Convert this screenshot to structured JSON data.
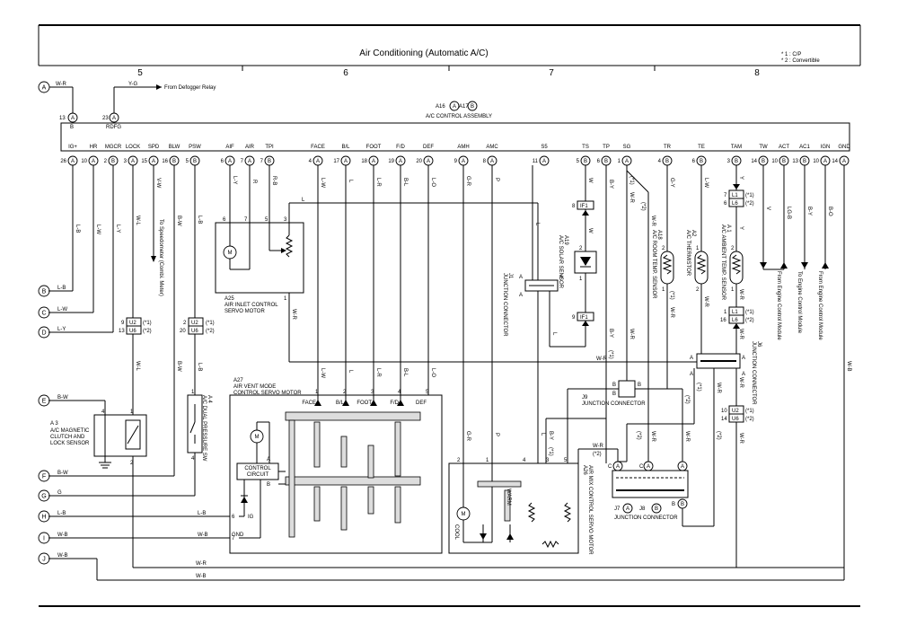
{
  "title": "Air Conditioning (Automatic A/C)",
  "notes": [
    "* 1 : C/P",
    "* 2 : Convertible"
  ],
  "sections": [
    "5",
    "6",
    "7",
    "8"
  ],
  "assembly": {
    "refs": [
      "A16",
      "A17"
    ],
    "ref_prefix": [
      "A16",
      "A17"
    ],
    "label": "A/C CONTROL ASSEMBLY",
    "top_pin_labels": [
      "13",
      "B",
      "23",
      "RDFG"
    ]
  },
  "dfg": {
    "wire": "Y-G",
    "note": "From Defogger Relay"
  },
  "left_terminals": [
    {
      "id": "A",
      "wire": "W-R"
    },
    {
      "id": "B",
      "wire": "L-B"
    },
    {
      "id": "C",
      "wire": "L-W"
    },
    {
      "id": "D",
      "wire": "L-Y"
    },
    {
      "id": "E",
      "wire": "B-W"
    },
    {
      "id": "F",
      "wire": "B-W"
    },
    {
      "id": "G",
      "wire": "G"
    },
    {
      "id": "H",
      "wire": "L-B"
    },
    {
      "id": "I",
      "wire": "W-B"
    },
    {
      "id": "J",
      "wire": "W-B"
    }
  ],
  "pins": [
    {
      "name": "IG+",
      "num": "26",
      "conn": "A"
    },
    {
      "name": "HR",
      "num": "10",
      "conn": "A"
    },
    {
      "name": "MGCR",
      "num": "2",
      "conn": "B"
    },
    {
      "name": "LOCK",
      "num": "3",
      "conn": "A"
    },
    {
      "name": "SPD",
      "num": "15",
      "conn": "A"
    },
    {
      "name": "BLW",
      "num": "16",
      "conn": "B"
    },
    {
      "name": "PSW",
      "num": "5",
      "conn": "B"
    },
    {
      "name": "AIF",
      "num": "6",
      "conn": "A"
    },
    {
      "name": "AIR",
      "num": "7",
      "conn": "A"
    },
    {
      "name": "TPI",
      "num": "7",
      "conn": "B"
    },
    {
      "name": "FACE",
      "num": "4",
      "conn": "A"
    },
    {
      "name": "B/L",
      "num": "17",
      "conn": "A"
    },
    {
      "name": "FOOT",
      "num": "18",
      "conn": "A"
    },
    {
      "name": "F/D",
      "num": "19",
      "conn": "A"
    },
    {
      "name": "DEF",
      "num": "20",
      "conn": "A"
    },
    {
      "name": "AMH",
      "num": "9",
      "conn": "A"
    },
    {
      "name": "AMC",
      "num": "8",
      "conn": "A"
    },
    {
      "name": "S5",
      "num": "11",
      "conn": "A"
    },
    {
      "name": "TS",
      "num": "5",
      "conn": "B"
    },
    {
      "name": "TP",
      "num": "6",
      "conn": "B"
    },
    {
      "name": "SG",
      "num": "1",
      "conn": "A"
    },
    {
      "name": "TR",
      "num": "4",
      "conn": "B"
    },
    {
      "name": "TE",
      "num": "6",
      "conn": "B"
    },
    {
      "name": "TAM",
      "num": "3",
      "conn": "B"
    },
    {
      "name": "TW",
      "num": "14",
      "conn": "B"
    },
    {
      "name": "ACT",
      "num": "10",
      "conn": "B"
    },
    {
      "name": "AC1",
      "num": "13",
      "conn": "B"
    },
    {
      "name": "IGN",
      "num": "10",
      "conn": "A"
    },
    {
      "name": "GND",
      "num": "14",
      "conn": "A"
    }
  ],
  "wires": {
    "hr": "L-W",
    "mgcr": "L-Y",
    "lock": "W-L",
    "spd": "V-W",
    "blw": "B-W",
    "psw": "L-B",
    "aif": "L-Y",
    "air": "R",
    "tpi": "R-B",
    "face": "L-W",
    "bl": "L",
    "foot": "L-R",
    "fd": "B-L",
    "def": "L-O",
    "amh": "G-R",
    "amc": "P",
    "s5": "L",
    "ts": "W",
    "tp": "B-Y",
    "sg": "W-R",
    "tr": "G-Y",
    "te": "L-W",
    "tam": "Y",
    "tw": "V",
    "act": "LG-B",
    "ac1": "B-Y",
    "ign": "B-O",
    "gnd": "W-B",
    "common": "L",
    "wr": "W-R",
    "wb": "W-B",
    "by": "B-Y",
    "gr": "G-R",
    "p": "P",
    "lb": "L-B",
    "g": "G"
  },
  "notes_wires": {
    "x1": "(*1)",
    "x2": "(*2)",
    "x1s": "*1",
    "x2s": "*2"
  },
  "connectors": {
    "u2": "U2",
    "u6": "U6",
    "l1": "L1",
    "l6": "L6",
    "if1": "IF1",
    "u2a": "9",
    "u6a": "13",
    "u2b": "2",
    "u6b": "20",
    "l1a": "7",
    "l6a": "6",
    "l1b": "1",
    "l6b": "16",
    "u2c": "10",
    "u6c": "14",
    "if1a": "8",
    "if1b": "9",
    "j1": "J1",
    "j6": "J6",
    "j7": "J7",
    "j8": "J8",
    "j9": "J9",
    "j1_label": "JUNCTION CONNECTOR",
    "j6_label": "JUNCTION CONNECTOR",
    "j9_label": "JUNCTION CONNECTOR",
    "j78_label": "JUNCTION CONNECTOR"
  },
  "speedo": "To Speedometer (Combi. Meter)",
  "ecm": {
    "a": "From Engine Control Module",
    "b": "To Engine Control Module",
    "c": "From Engine Control Module"
  },
  "a25": {
    "id": "A25",
    "label1": "AIR INLET CONTROL",
    "label2": "SERVO MOTOR",
    "pins": [
      "6",
      "7",
      "5",
      "3",
      "1"
    ]
  },
  "a27": {
    "id": "A27",
    "label1": "AIR VENT MODE",
    "label2": "CONTROL SERVO MOTOR",
    "circuit": "CONTROL CIRCUIT",
    "modes": [
      "FACE",
      "B/L",
      "FOOT",
      "F/D",
      "DEF"
    ],
    "pins": [
      "1",
      "2",
      "3",
      "4",
      "5",
      "6",
      "7"
    ],
    "ig": "IG",
    "gnd": "GND",
    "a": "A",
    "b": "B"
  },
  "a26": {
    "id": "A26",
    "label": "AIR MIX CONTROL SERVO MOTOR",
    "warm": "WARM",
    "cool": "COOL",
    "pins": [
      "2",
      "1",
      "4",
      "3",
      "5"
    ]
  },
  "a3": {
    "id": "A 3",
    "label": [
      "A/C MAGNETIC",
      "CLUTCH AND",
      "LOCK SENSOR"
    ],
    "pins": [
      "4",
      "1",
      "2"
    ]
  },
  "a4": {
    "id": "A 4",
    "label": "A/C DUAL PRESSURE SW",
    "pins": [
      "1",
      "4"
    ]
  },
  "a19": {
    "id": "A19",
    "label": "A/C SOLAR SENSOR",
    "pins": [
      "2",
      "1"
    ]
  },
  "a18": {
    "id": "A18",
    "label": "A/C ROOM TEMP. SENSOR",
    "pins": [
      "2",
      "1"
    ]
  },
  "a2": {
    "id": "A2",
    "label": "A/C THERMISTOR",
    "pins": [
      "1",
      "2"
    ]
  },
  "a1": {
    "id": "A 1",
    "label": "A/C AMBIENT TEMP. SENSOR",
    "pins": [
      "2",
      "1"
    ]
  }
}
